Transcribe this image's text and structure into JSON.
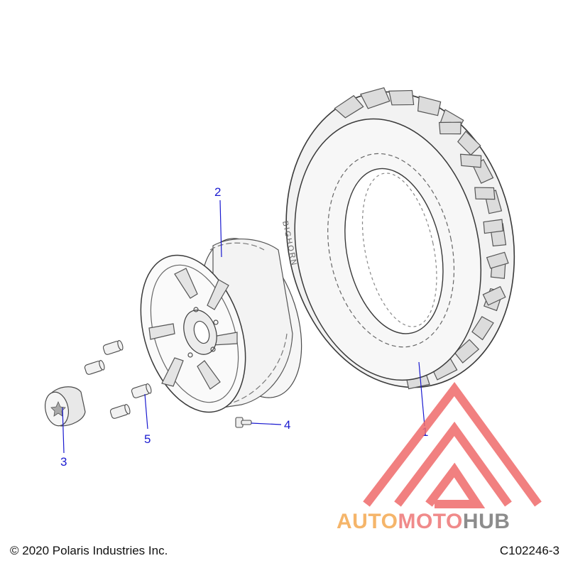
{
  "diagram": {
    "callouts": [
      "1",
      "2",
      "3",
      "4",
      "5"
    ],
    "copyright": "© 2020 Polaris Industries Inc.",
    "figure_code": "C102246-3",
    "tire_sidewall_text": "BIGHORN"
  },
  "watermark": {
    "parts": [
      "AUTO",
      "MOTO",
      "HUB"
    ],
    "colors": {
      "auto": "#f5b56a",
      "moto": "#f08a8a",
      "hub": "#8c8c8c",
      "logo": "#ef6b6b"
    }
  },
  "colors": {
    "callout": "#1a1ad0",
    "line": "#4a4a4a"
  }
}
